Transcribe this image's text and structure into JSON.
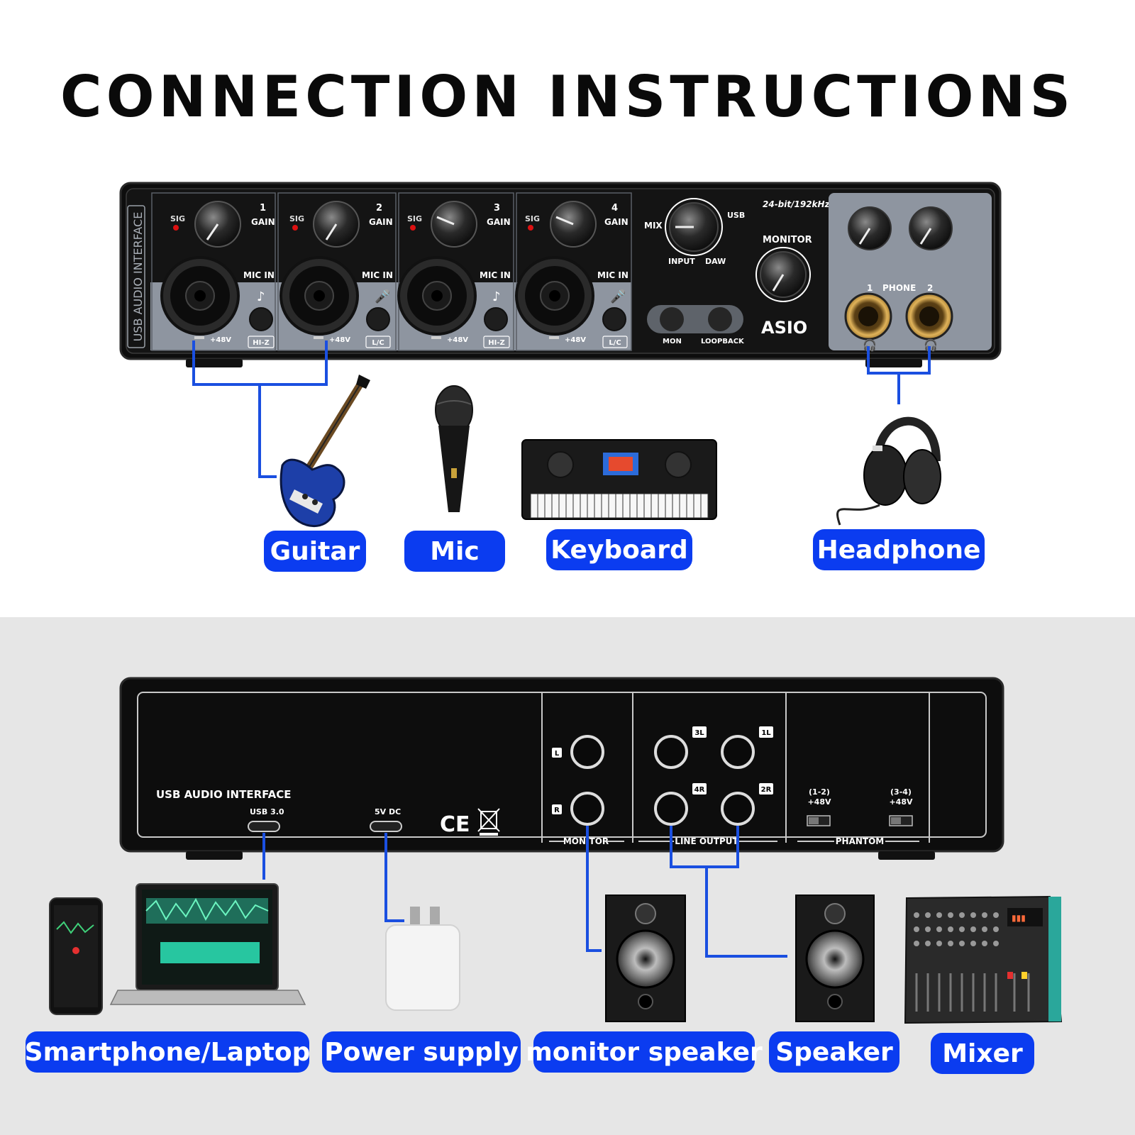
{
  "title": "CONNECTION INSTRUCTIONS",
  "front_panel": {
    "side_label": "USB AUDIO INTERFACE",
    "spec": "24-bit/192kHz",
    "brand": "ASIO",
    "channels": [
      {
        "num": "1",
        "gain": "GAIN",
        "sig": "SIG",
        "micin": "MIC IN",
        "phantom": "+48V",
        "mode": "HI-Z"
      },
      {
        "num": "2",
        "gain": "GAIN",
        "sig": "SIG",
        "micin": "MIC IN",
        "phantom": "+48V",
        "mode": "L/C"
      },
      {
        "num": "3",
        "gain": "GAIN",
        "sig": "SIG",
        "micin": "MIC IN",
        "phantom": "+48V",
        "mode": "HI-Z"
      },
      {
        "num": "4",
        "gain": "GAIN",
        "sig": "SIG",
        "micin": "MIC IN",
        "phantom": "+48V",
        "mode": "L/C"
      }
    ],
    "mix": "MIX",
    "usb": "USB",
    "input": "INPUT",
    "daw": "DAW",
    "monitor": "MONITOR",
    "mon": "MON",
    "loopback": "LOOPBACK",
    "phone": "PHONE",
    "phone_1": "1",
    "phone_2": "2"
  },
  "rear_panel": {
    "interface_label": "USB AUDIO  INTERFACE",
    "usb30": "USB 3.0",
    "dc": "5V DC",
    "ce": "CE",
    "monitor": "MONITOR",
    "monitor_l": "L",
    "monitor_r": "R",
    "line_output": "LINE OUTPUT",
    "line_jacks": [
      "3L",
      "1L",
      "4R",
      "2R"
    ],
    "phantom": "PHANTOM",
    "phantom_12": "(1-2)",
    "phantom_34": "(3-4)",
    "phantom_v": "+48V"
  },
  "devices": {
    "guitar": "Guitar",
    "mic": "Mic",
    "keyboard": "Keyboard",
    "headphone": "Headphone",
    "smartphone_laptop": "Smartphone/Laptop",
    "power_supply": "Power supply",
    "monitor_speaker": "monitor speaker",
    "speaker": "Speaker",
    "mixer": "Mixer"
  },
  "colors": {
    "accent": "#0b3cf0",
    "connector_line": "#1a4fe0",
    "panel_dark": "#101010",
    "panel_gray": "#8e95a0",
    "jack_gold": "#c99a3c"
  }
}
